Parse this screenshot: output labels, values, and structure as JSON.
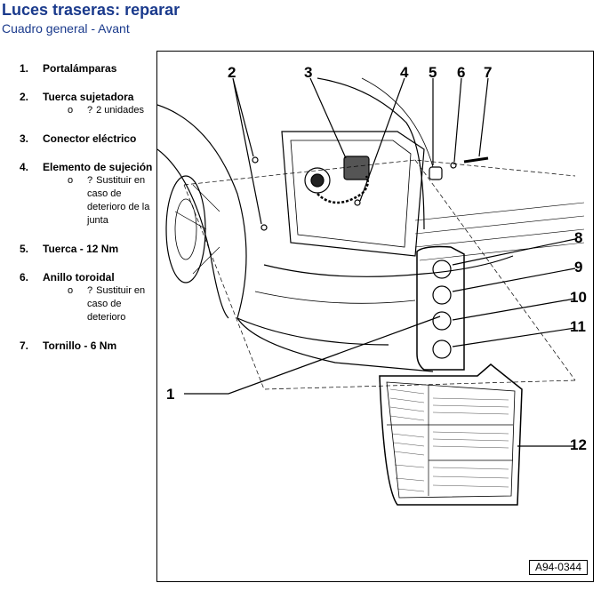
{
  "header": {
    "title": "Luces traseras: reparar",
    "subtitle": "Cuadro general - Avant"
  },
  "parts": [
    {
      "num": "1.",
      "label": "Portalámparas",
      "notes": []
    },
    {
      "num": "2.",
      "label": "Tuerca sujetadora",
      "notes": [
        "2 unidades"
      ]
    },
    {
      "num": "3.",
      "label": "Conector eléctrico",
      "notes": []
    },
    {
      "num": "4.",
      "label": "Elemento de sujeción",
      "notes": [
        "Sustituir en caso de deterioro de la junta"
      ]
    },
    {
      "num": "5.",
      "label": "Tuerca - 12 Nm",
      "notes": []
    },
    {
      "num": "6.",
      "label": "Anillo toroidal",
      "notes": [
        "Sustituir en caso de deterioro"
      ]
    },
    {
      "num": "7.",
      "label": "Tornillo - 6 Nm",
      "notes": []
    }
  ],
  "bullet": "o",
  "note_marker": "?",
  "figure": {
    "code": "A94-0344",
    "callouts": [
      "1",
      "2",
      "3",
      "4",
      "5",
      "6",
      "7",
      "8",
      "9",
      "10",
      "11",
      "12"
    ]
  }
}
